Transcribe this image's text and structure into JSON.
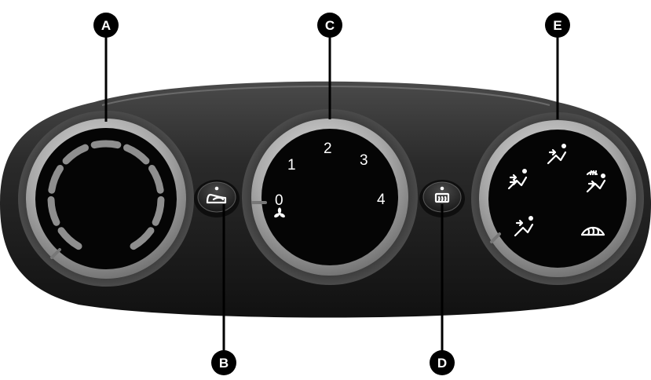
{
  "callouts": {
    "a": "A",
    "b": "B",
    "c": "C",
    "d": "D",
    "e": "E"
  },
  "fan_speed_labels": [
    "0",
    "1",
    "2",
    "3",
    "4"
  ],
  "icons": {
    "knob_a": "temperature-knob",
    "button_b": "air-recirculation-icon",
    "knob_c_off": "fan-icon",
    "button_d": "rear-window-defrost-icon",
    "knob_e": [
      "face-vent-icon",
      "face-and-feet-vent-icon",
      "feet-vent-icon",
      "feet-and-windscreen-vent-icon",
      "windscreen-defrost-icon"
    ]
  },
  "colors": {
    "panel_dark": "#151515",
    "panel_mid": "#3a3a3a",
    "ring_silver": "#b5b5b5",
    "knob_face": "#050505",
    "segment_grey": "#8e8e8e",
    "callout_fill": "#000000",
    "callout_text": "#ffffff"
  }
}
